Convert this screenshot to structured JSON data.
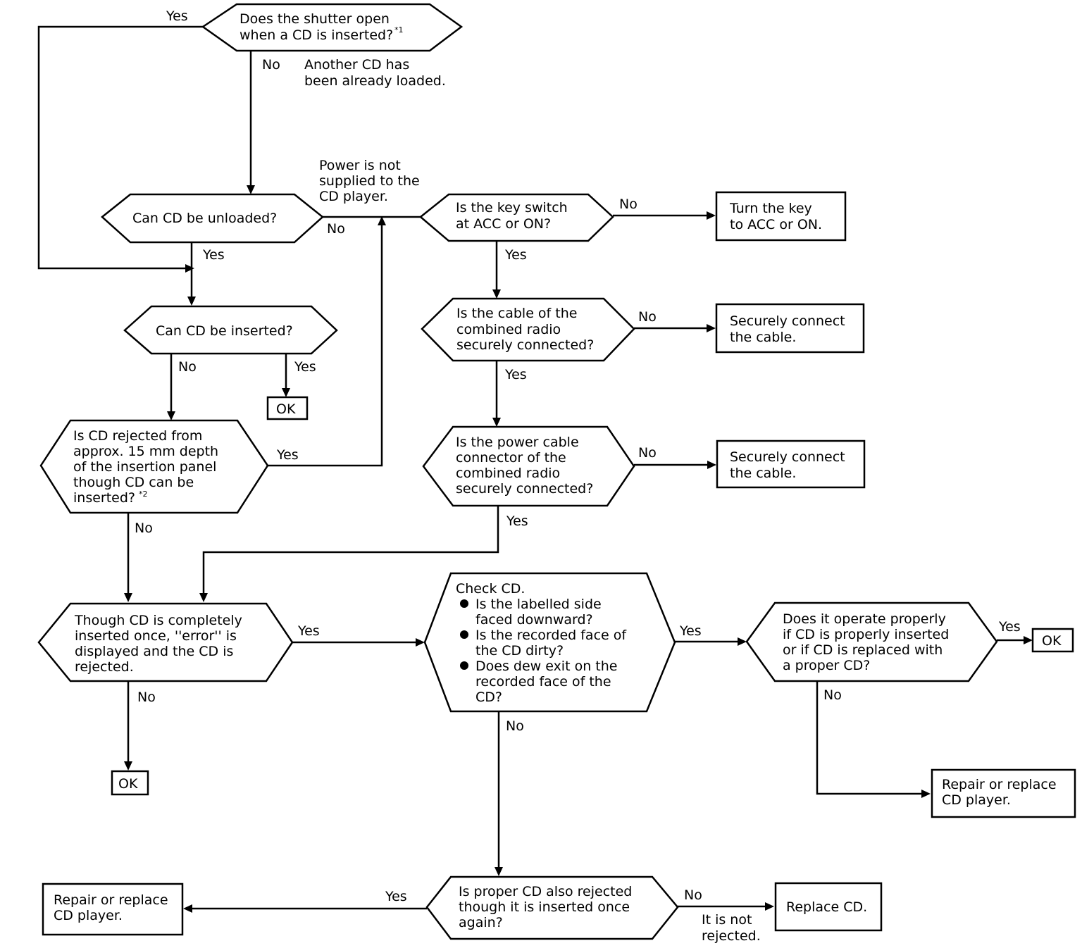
{
  "q_shutter": {
    "line1": "Does the shutter open",
    "line2": "when a CD is inserted?",
    "note": "*1"
  },
  "q_unload": {
    "text": "Can CD be unloaded?"
  },
  "q_insert": {
    "text": "Can CD be inserted?"
  },
  "q_rejected15": {
    "lines": [
      "Is CD rejected from",
      "approx. 15 mm depth",
      "of the insertion panel",
      "though CD can be",
      "inserted?"
    ],
    "note": "*2"
  },
  "q_error": {
    "lines": [
      "Though CD is completely",
      "inserted once, ''error'' is",
      "displayed and the CD is",
      "rejected."
    ]
  },
  "q_keyswitch": {
    "lines": [
      "Is the key switch",
      "at ACC or ON?"
    ]
  },
  "q_cable": {
    "lines": [
      "Is the cable of the",
      "combined radio",
      "securely connected?"
    ]
  },
  "q_powercable": {
    "lines": [
      "Is the power cable",
      "connector of the",
      "combined radio",
      "securely connected?"
    ]
  },
  "q_checkcd": {
    "heading": "Check CD.",
    "bullets": [
      [
        "Is the labelled side",
        "faced downward?"
      ],
      [
        "Is the recorded face of",
        "the CD dirty?"
      ],
      [
        "Does dew exit on the",
        "recorded face of the",
        "CD?"
      ]
    ]
  },
  "q_operate": {
    "lines": [
      "Does it operate properly",
      "if CD is properly inserted",
      "or if CD is replaced with",
      "a proper CD?"
    ]
  },
  "q_proper": {
    "lines": [
      "Is proper CD also rejected",
      "though it is inserted once",
      "again?"
    ]
  },
  "a_turnkey": {
    "lines": [
      "Turn the key",
      "to ACC or ON."
    ]
  },
  "a_connect1": {
    "lines": [
      "Securely connect",
      "the cable."
    ]
  },
  "a_connect2": {
    "lines": [
      "Securely connect",
      "the cable."
    ]
  },
  "a_repair1": {
    "lines": [
      "Repair or replace",
      "CD player."
    ]
  },
  "a_repair2": {
    "lines": [
      "Repair or replace",
      "CD player."
    ]
  },
  "a_replacecd": {
    "text": "Replace CD."
  },
  "ok": {
    "text": "OK"
  },
  "notes": {
    "another_cd": [
      "Another CD has",
      "been already loaded."
    ],
    "power_not_supplied": [
      "Power is not",
      "supplied to the",
      "CD player."
    ],
    "not_rejected": [
      "It is not",
      "rejected."
    ]
  },
  "labels": {
    "yes": "Yes",
    "no": "No"
  }
}
